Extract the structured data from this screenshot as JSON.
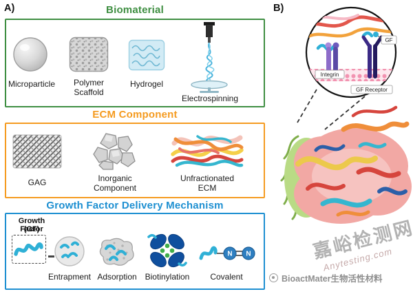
{
  "figure": {
    "panel_a_label": "A)",
    "panel_b_label": "B)"
  },
  "biomaterial": {
    "title": "Biomaterial",
    "accent_color": "#3e8e41",
    "items": [
      {
        "label": "Microparticle"
      },
      {
        "label": "Polymer Scaffold"
      },
      {
        "label": "Hydrogel"
      },
      {
        "label": "Electrospinning"
      }
    ]
  },
  "ecm": {
    "title": "ECM Component",
    "accent_color": "#f59b20",
    "items": [
      {
        "label": "GAG"
      },
      {
        "label": "Inorganic Component"
      },
      {
        "label": "Unfractionated ECM"
      }
    ]
  },
  "delivery": {
    "title": "Growth Factor Delivery Mechanism",
    "accent_color": "#1d8fd1",
    "legend_line1": "Growth Factor",
    "legend_line2": "(GF)",
    "items": [
      {
        "label": "Entrapment"
      },
      {
        "label": "Adsorption"
      },
      {
        "label": "Biotinylation"
      },
      {
        "label": "Covalent"
      }
    ],
    "covalent_n_left": "N",
    "covalent_n_right": "N",
    "gf_color": "#2fb0d6",
    "biotin_color": "#0f4f9e",
    "biotin_dot_color": "#3fae49"
  },
  "inset": {
    "gf_label": "GF",
    "integrin_label": "Integrin",
    "gf_receptor_label": "GF Receptor"
  },
  "watermark": {
    "primary": "嘉峪检测网",
    "secondary": "Anytesting.com",
    "brand": "BioactMater生物活性材料"
  }
}
